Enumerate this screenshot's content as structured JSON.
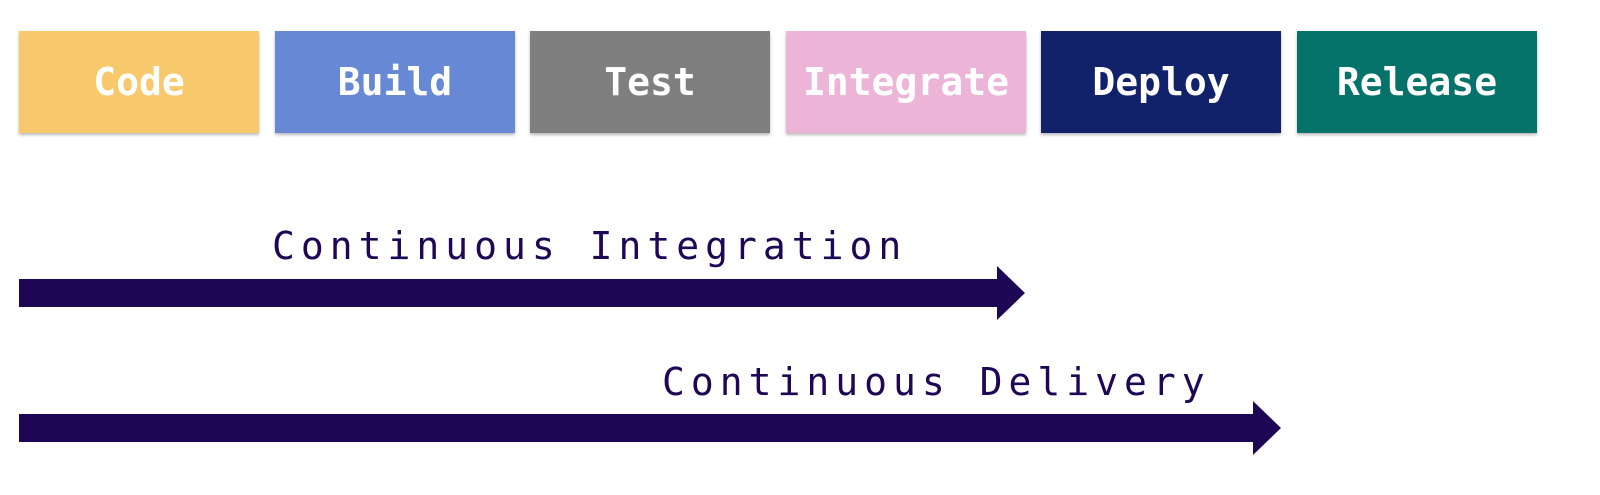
{
  "stages": [
    {
      "label": "Code",
      "color": "#f8c86d"
    },
    {
      "label": "Build",
      "color": "#6788d4"
    },
    {
      "label": "Test",
      "color": "#7f7f7f"
    },
    {
      "label": "Integrate",
      "color": "#ecb5d8"
    },
    {
      "label": "Deploy",
      "color": "#11226b"
    },
    {
      "label": "Release",
      "color": "#06736b"
    }
  ],
  "arrows": [
    {
      "label": "Continuous Integration",
      "spans_stages": [
        "Code",
        "Build",
        "Test",
        "Integrate"
      ]
    },
    {
      "label": "Continuous Delivery",
      "spans_stages": [
        "Code",
        "Build",
        "Test",
        "Integrate",
        "Deploy"
      ]
    }
  ],
  "arrow_color": "#1e0755"
}
